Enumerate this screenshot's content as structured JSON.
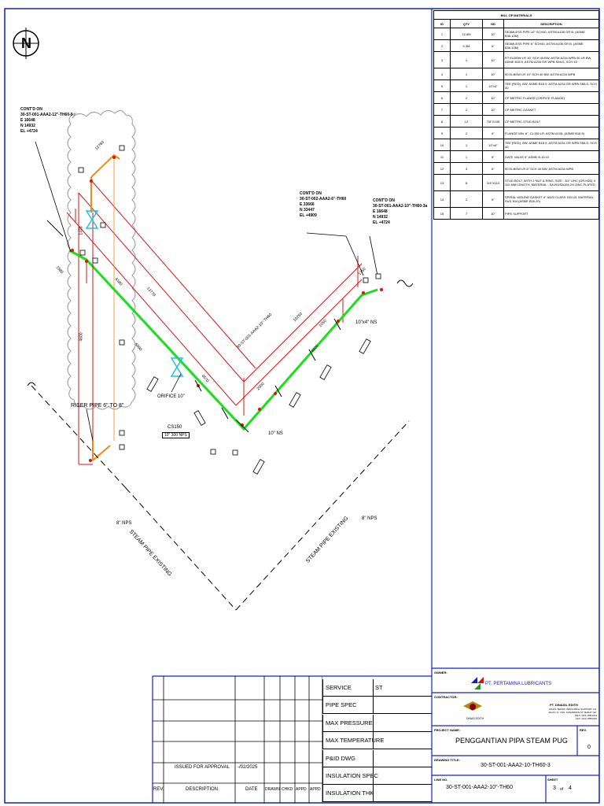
{
  "north": "N",
  "labels": {
    "contd1": [
      "CONT'D ON",
      "30-ST-001-AAA2-12\"-TH60-9",
      "E 16648",
      "N 14932",
      "EL +4724"
    ],
    "contd2": [
      "CONT'D ON",
      "30-ST-002-AAA2-6\"-TH60",
      "E 33666",
      "N 33447",
      "EL +4909"
    ],
    "contd3": [
      "CONT'D ON",
      "30-ST-001-AAA2-10\"-TH60-3a",
      "E 16648",
      "N 14932",
      "EL +4724"
    ],
    "riser": "RISER PIPE 6\" TO 8\"",
    "orifice": "ORIFICE 10\"",
    "cs150": "CS150",
    "cs150b": "10\" 300 NPS",
    "nps10a": "10\"x4\" NS",
    "nps10b": "10\" NS",
    "nps8a": "8\" NPS",
    "nps8b": "8\" NPS",
    "steam1": "STEAM PIPE EXISTING",
    "steam2": "STEAM PIPE EXISTING",
    "dims": [
      "13770",
      "6180",
      "4600",
      "5590",
      "1580",
      "10250",
      "1350",
      "4600",
      "1050",
      "2000",
      "12760",
      "1470",
      "4570"
    ],
    "line_label": "30-ST-001-AAA2-10\"-TH60"
  },
  "bom": {
    "title": "BILL OF MATERIALS",
    "headers": [
      "ID",
      "QTY",
      "ND",
      "DESCRIPTION"
    ],
    "rows": [
      {
        "id": "1",
        "qty": "12.5M",
        "nd": "10\"",
        "desc": "SEAMLESS PIPE 10\" SCH40, ASTM A106 GR B, (ASME B36.10M)"
      },
      {
        "id": "2",
        "qty": "5.3M",
        "nd": "6\"",
        "desc": "SEAMLESS PIPE 6\" SCH40, ASTM A106 GR B, (ASME B36.10M)"
      },
      {
        "id": "3",
        "qty": "1",
        "nd": "10\"",
        "desc": "RT ELBOW LR 10\" SCH 40 BW, ASTM A234 WPB 90 LR BW, ASME B16.9, ASTM A234 GR WPB SMLS, SCH 40"
      },
      {
        "id": "4",
        "qty": "1",
        "nd": "10\"",
        "desc": "90 ELBOW LR 10\" SCH 40 BW, ASTM A234 WPB"
      },
      {
        "id": "5",
        "qty": "1",
        "nd": "10\"x4\"",
        "desc": "TEE (RED), BW, ASME B16.9, ASTM A234 GR WPB SMLS, SCH 40"
      },
      {
        "id": "6",
        "qty": "2",
        "nd": "10\"",
        "desc": "CP METRIC FLANGE (ORIFICE FLANGE)"
      },
      {
        "id": "7",
        "qty": "2",
        "nd": "10\"",
        "desc": "CP METRIC GASKET"
      },
      {
        "id": "8",
        "qty": "12",
        "nd": "7/8\"X105",
        "desc": "CP METRIC STUD BOLT"
      },
      {
        "id": "9",
        "qty": "2",
        "nd": "6\"",
        "desc": "FLANGE WN, 6\", CL150 LR, ASTM A105, (ASME B16.5)"
      },
      {
        "id": "10",
        "qty": "1",
        "nd": "10\"x6\"",
        "desc": "TEE (RED), BW, ASME B16.9, ASTM A234 GR WPB SMLS, SCH 40"
      },
      {
        "id": "11",
        "qty": "1",
        "nd": "6\"",
        "desc": "GATE VALVE 6\",ASME B.16.10"
      },
      {
        "id": "12",
        "qty": "3",
        "nd": "6\"",
        "desc": "90 ELBOW LR 6\" SCH 40 BW, ASTM A234 WPB"
      },
      {
        "id": "13",
        "qty": "8",
        "nd": "3/4\"X110",
        "desc": "STUD BOLT, WITH 2 NUT & RING, SIZE : 3/4\" UNC (OR M20) X 110 MM LENGTH, MATERIAL : SA193/SA194 2H ZINC PLATED"
      },
      {
        "id": "14",
        "qty": "2",
        "nd": "6\"",
        "desc": "SPIRAL WOUND GASKET 6\" ANSI CLASS 150 LB, MATERIAL SUS 304 (ASME B16.20)"
      },
      {
        "id": "15",
        "qty": "7",
        "nd": "10\"",
        "desc": "PIPE SUPPORT"
      }
    ]
  },
  "titleblock": {
    "owner_label": "OWNER:",
    "owner_name": "PT. PERTAMINA LUBRICANTS",
    "contractor_label": "CONTRACTOR:",
    "contractor_name": "PT. DINASIL EDITH",
    "contractor_lines": [
      "DINAS TEKNIK INDUSTRIAL SUPPORT CO.",
      "JALAN JL. LNG. SUDARMAN ST. BARAT NO.",
      "TELP. (021) 8851234",
      "FAX: (021) 8853345"
    ],
    "contractor_logo_caption": "DINAS EDITH",
    "project_label": "PROJECT NAME:",
    "project_name": "PENGGANTIAN PIPA STEAM PUG",
    "rev_label": "REV.",
    "rev_value": "0",
    "drawing_title_label": "DRAWING TITLE:",
    "drawing_title": "30-ST-001-AAA2-10-TH60-3",
    "line_no_label": "LINE NO.",
    "line_no": "30-ST-001-AAA2-10\"-TH60",
    "sheet_label": "SHEET",
    "sheet_no": "3",
    "sheet_of": "of",
    "sheet_total": "4"
  },
  "spec": {
    "rows": [
      {
        "label": "SERVICE",
        "value": "ST"
      },
      {
        "label": "PIPE SPEC",
        "value": ""
      },
      {
        "label": "MAX PRESSURE",
        "value": ""
      },
      {
        "label": "MAX TEMPERATURE",
        "value": ""
      },
      {
        "label": "P&ID DWG",
        "value": ""
      },
      {
        "label": "INSULATION SPEC",
        "value": ""
      },
      {
        "label": "INSULATION THK",
        "value": ""
      }
    ]
  },
  "revisions": {
    "headers": [
      "REV.",
      "DESCRIPTION",
      "DATE",
      "DRAWN",
      "CHKD",
      "APPD",
      "APPD"
    ],
    "rows": [
      {
        "rev": "",
        "desc": "ISSUED FOR APPROVAL",
        "date": "-/02/2025"
      }
    ]
  },
  "colors": {
    "pipe_new": "#19e019",
    "pipe_red": "#e01010",
    "pipe_orange": "#f08a10",
    "valve_cyan": "#1fc0e0",
    "border_blue": "#1020d0"
  }
}
